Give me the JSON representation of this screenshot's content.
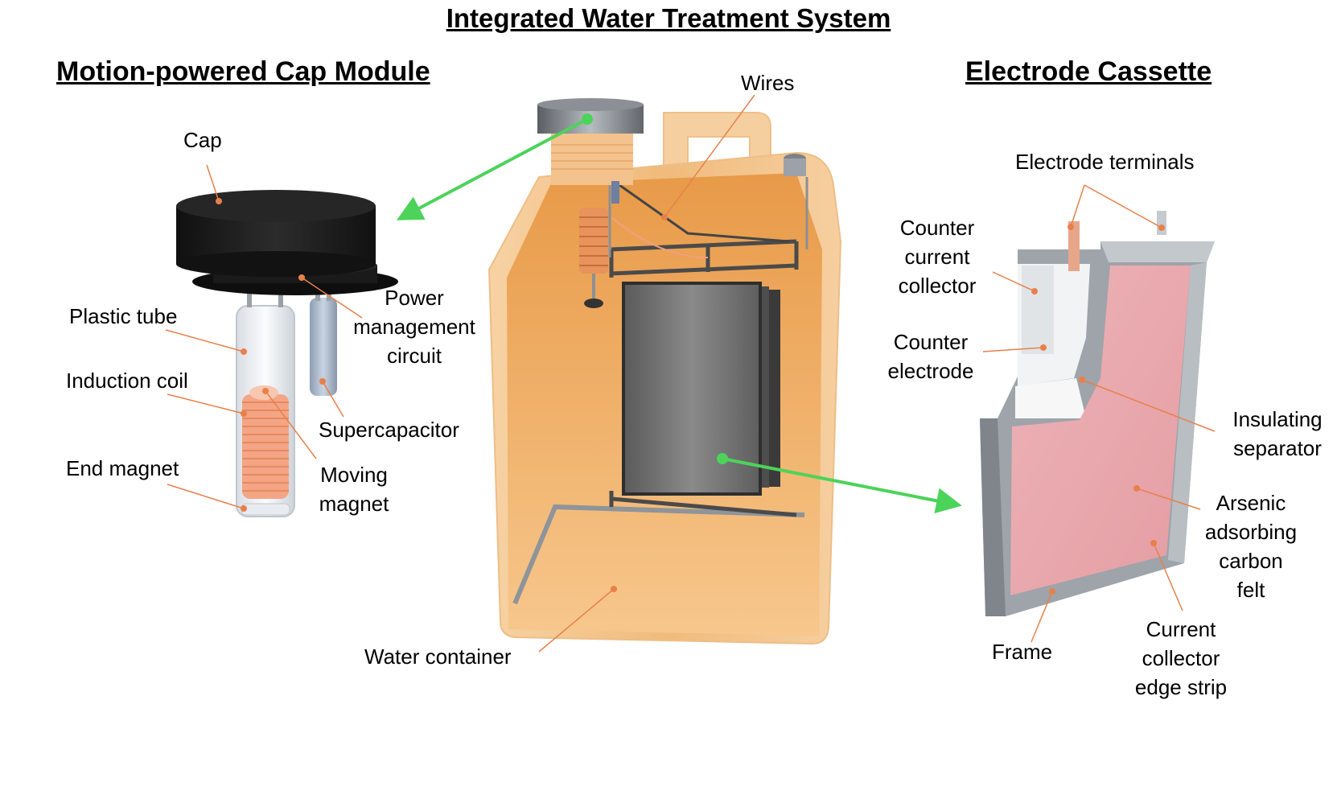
{
  "titles": {
    "main": "Integrated Water Treatment System",
    "cap_module": "Motion-powered Cap Module",
    "electrode_cassette": "Electrode Cassette"
  },
  "labels": {
    "cap": "Cap",
    "plastic_tube": "Plastic tube",
    "induction_coil": "Induction coil",
    "end_magnet": "End magnet",
    "power_management": [
      "Power",
      "management",
      "circuit"
    ],
    "supercapacitor": "Supercapacitor",
    "moving_magnet": [
      "Moving",
      "magnet"
    ],
    "wires": "Wires",
    "water_container": "Water container",
    "electrode_terminals": "Electrode terminals",
    "counter_current_collector": [
      "Counter",
      "current",
      "collector"
    ],
    "counter_electrode": [
      "Counter",
      "electrode"
    ],
    "insulating_separator": [
      "Insulating",
      "separator"
    ],
    "arsenic_felt": [
      "Arsenic",
      "adsorbing",
      "carbon",
      "felt"
    ],
    "frame": "Frame",
    "current_collector_strip": [
      "Current",
      "collector",
      "edge strip"
    ]
  },
  "colors": {
    "leader": "#E8804A",
    "arrow": "#4CD35A",
    "container": "#F3C48B",
    "felt": "#E9A9AE",
    "frame": "#9EA4AA",
    "cap": "#1C1C1C"
  }
}
